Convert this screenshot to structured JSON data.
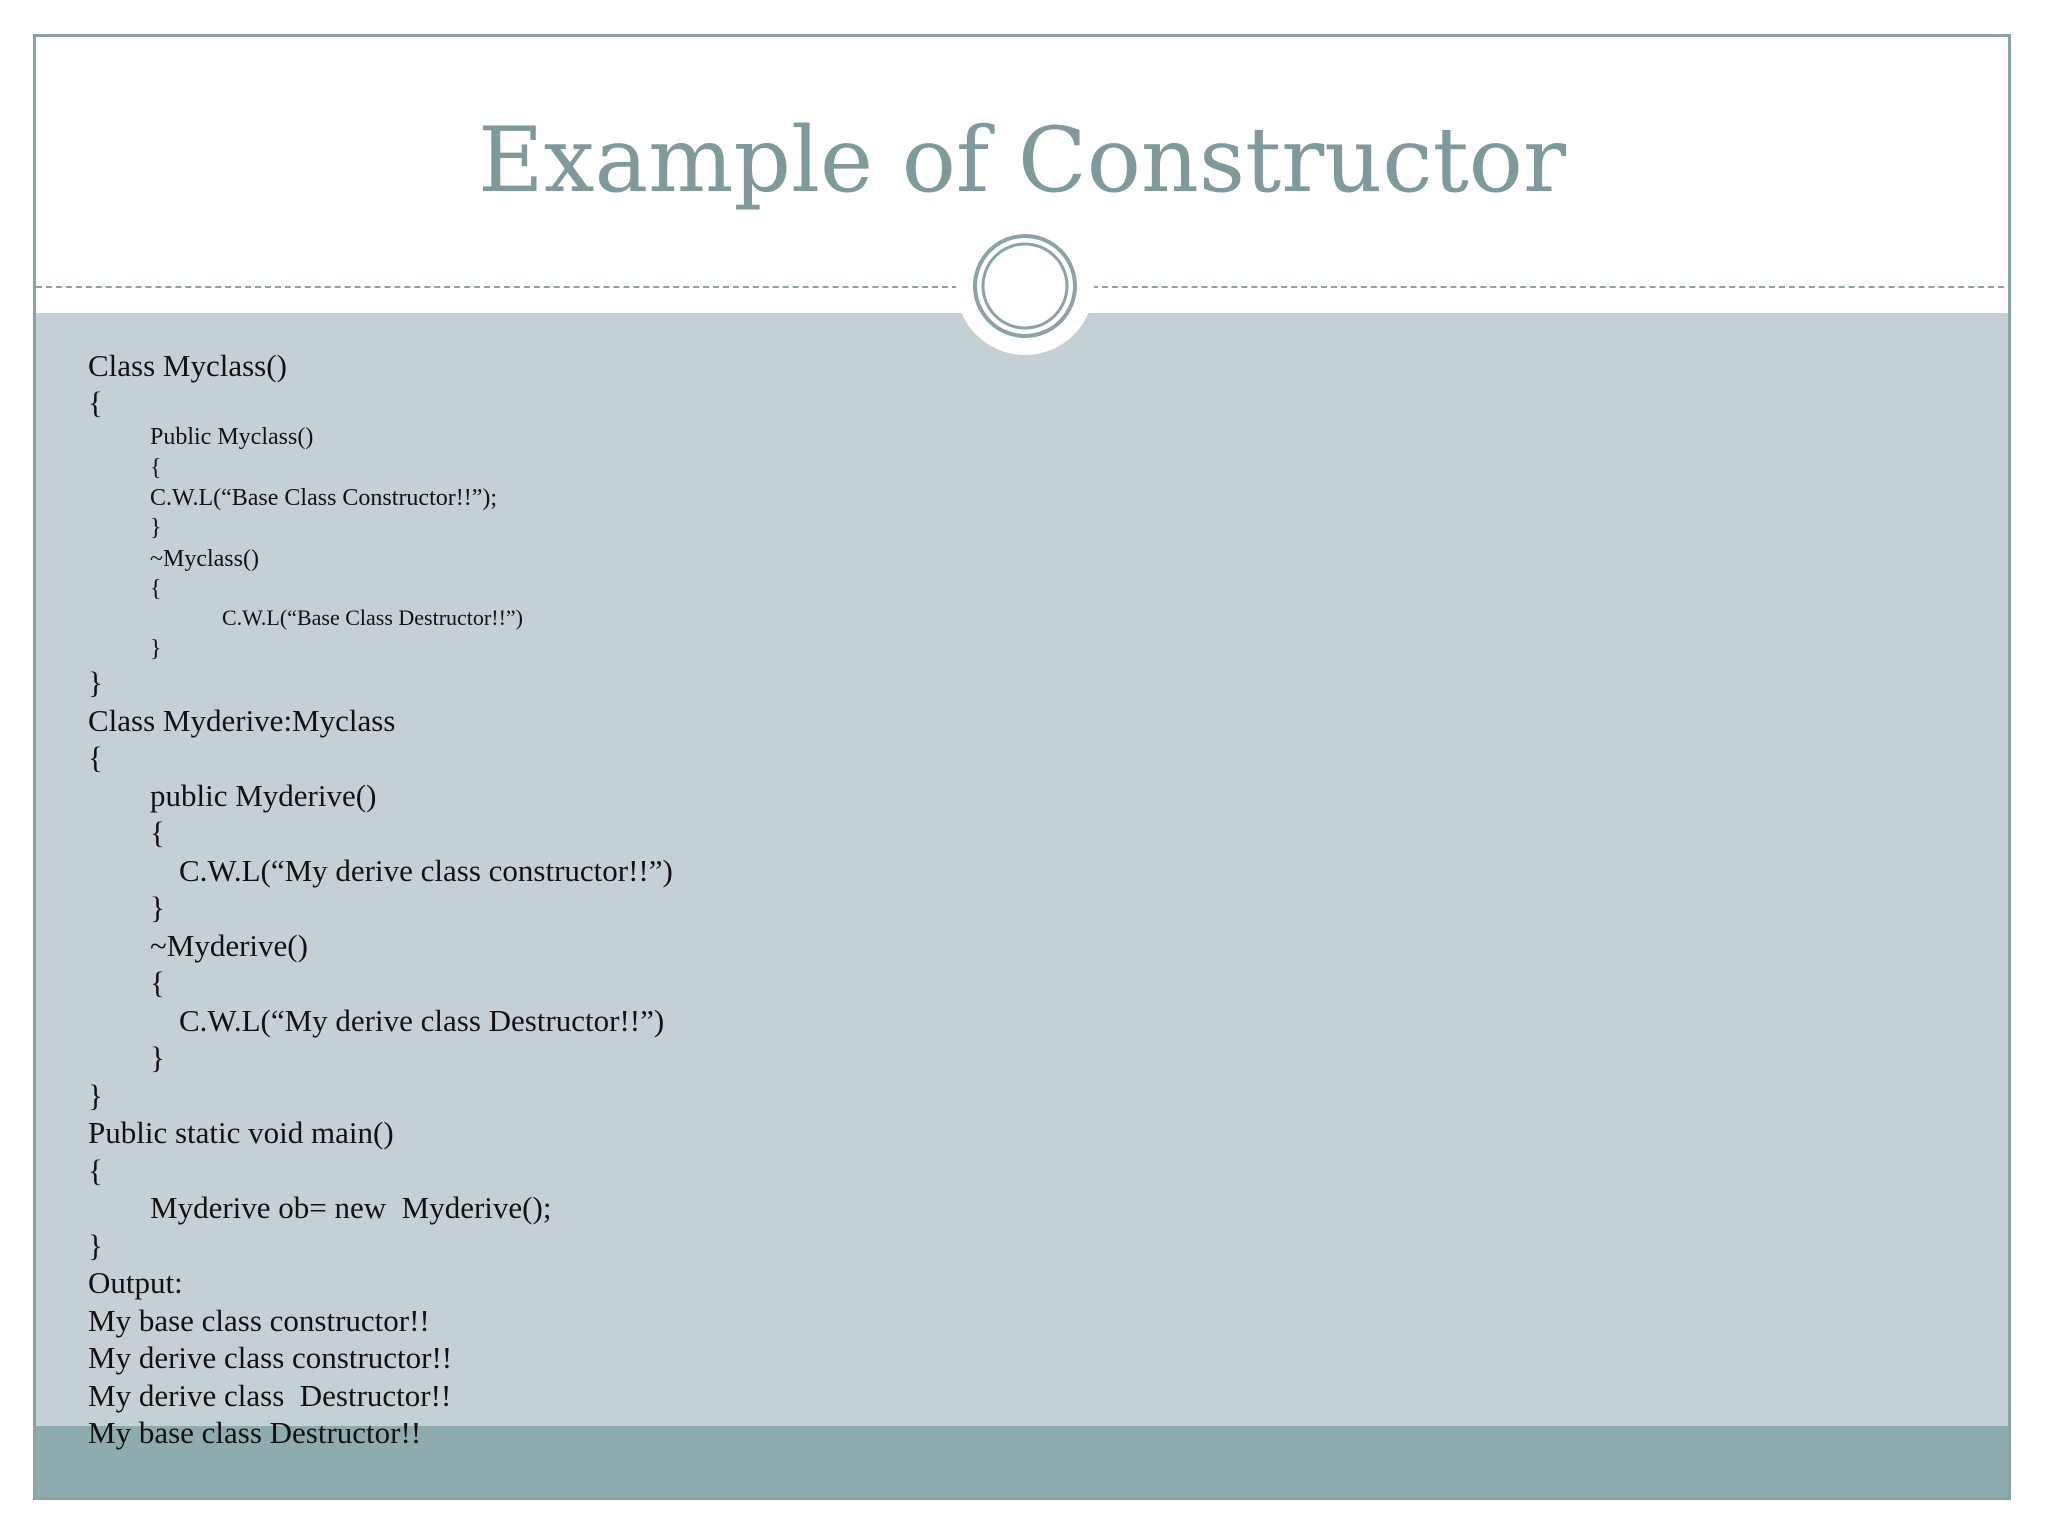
{
  "slide": {
    "title": "Example of Constructor"
  },
  "code": {
    "l01": "Class Myclass()",
    "l02": "{",
    "l03": "Public Myclass()",
    "l04": "{",
    "l05": "C.W.L(“Base Class Constructor!!”);",
    "l06": "}",
    "l07": "~Myclass()",
    "l08": "{",
    "l09": "C.W.L(“Base Class Destructor!!”)",
    "l10": "}",
    "l11": "}",
    "l12": "Class Myderive:Myclass",
    "l13": "{",
    "l14": "public Myderive()",
    "l15": "{",
    "l16": "C.W.L(“My derive class constructor!!”)",
    "l17": "}",
    "l18": "~Myderive()",
    "l19": "{",
    "l20": "C.W.L(“My derive class Destructor!!”)",
    "l21": "}",
    "l22": "}",
    "l23": "Public static void main()",
    "l24": "{",
    "l25": "Myderive ob= new  Myderive();",
    "l26": "}"
  },
  "output": {
    "heading": "Output:",
    "lines": [
      "My base class constructor!!",
      "My derive class constructor!!",
      "My derive class  Destructor!!",
      "My base class Destructor!!"
    ]
  },
  "colors": {
    "title": "#7f9a9b",
    "content_background": "#c5d0d6",
    "footer_band": "#8eabad",
    "border": "#8aa3a6"
  }
}
